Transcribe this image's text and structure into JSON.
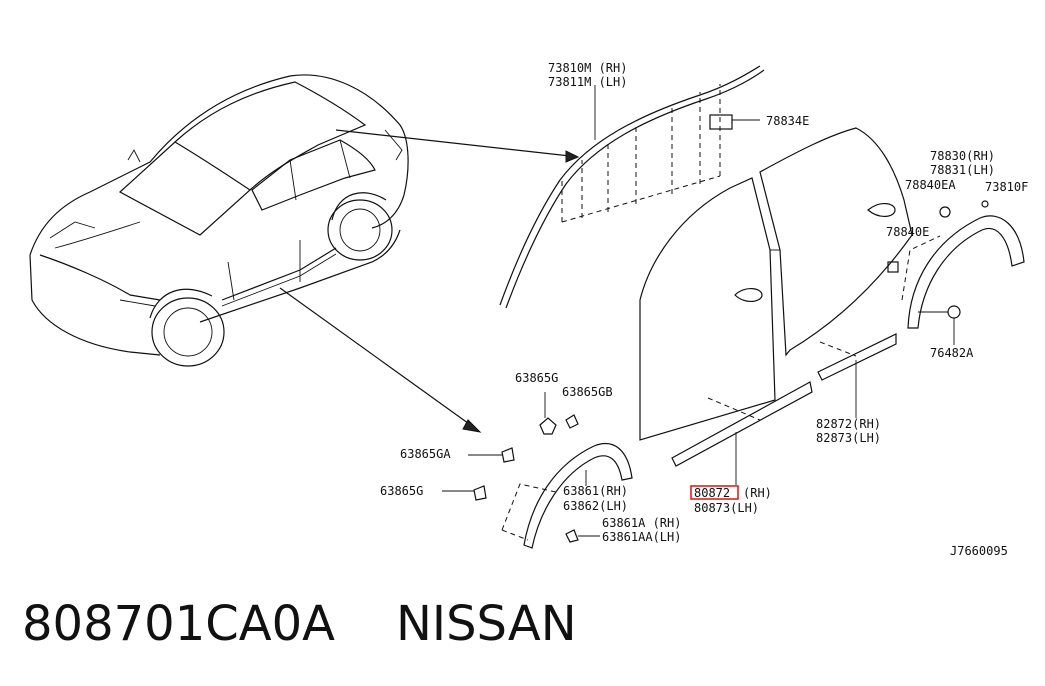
{
  "callouts": {
    "p73810m": "73810M (RH)",
    "p73811m": "73811M (LH)",
    "p78834e": "78834E",
    "p78830": "78830(RH)",
    "p78831": "78831(LH)",
    "p78840ea": "78840EA",
    "p73810f": "73810F",
    "p78840e": "78840E",
    "p76482a": "76482A",
    "p82872": "82872(RH)",
    "p82873": "82873(LH)",
    "p80872": "80872",
    "p80872_side": "(RH)",
    "p80873": "80873(LH)",
    "p63865g_top": "63865G",
    "p63865gb": "63865GB",
    "p63865ga": "63865GA",
    "p63865g_left": "63865G",
    "p63861": "63861(RH)",
    "p63862": "63862(LH)",
    "p63861a": "63861A  (RH)",
    "p63861aa": "63861AA(LH)"
  },
  "diagram_id": "J7660095",
  "caption": {
    "part_number": "808701CA0A",
    "brand": "NISSAN"
  },
  "highlight_color": "#e02020"
}
